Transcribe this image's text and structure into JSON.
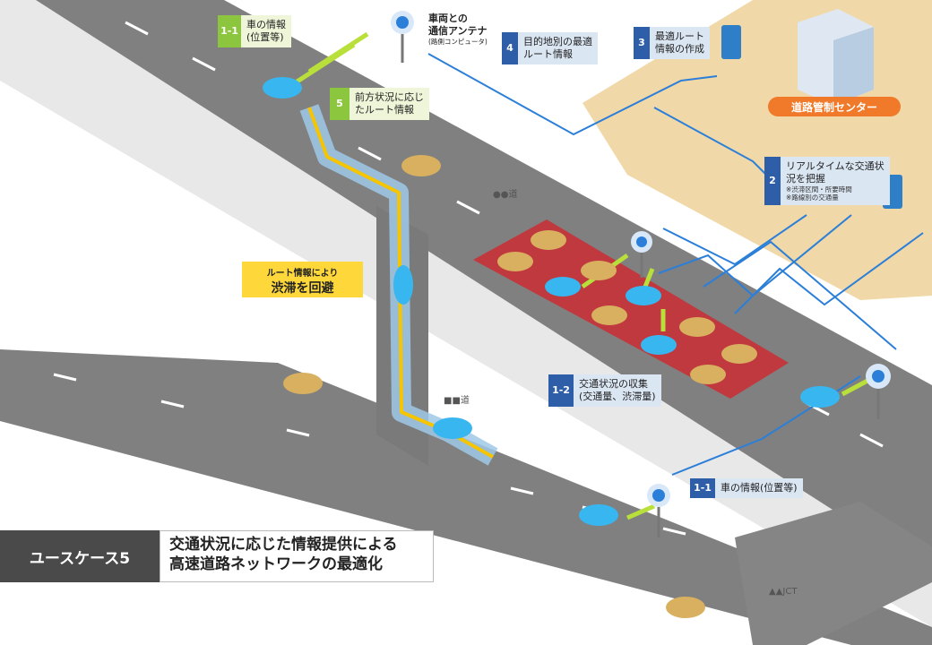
{
  "labels": {
    "l11_top": {
      "num": "1-1",
      "text1": "車の情報",
      "text2": "(位置等)"
    },
    "l5": {
      "num": "5",
      "text1": "前方状況に応じ",
      "text2": "たルート情報"
    },
    "l4": {
      "num": "4",
      "text1": "目的地別の最適",
      "text2": "ルート情報"
    },
    "l3": {
      "num": "3",
      "text1": "最適ルート",
      "text2": "情報の作成"
    },
    "l2": {
      "num": "2",
      "text1": "リアルタイムな交通状",
      "text2": "況を把握",
      "note1": "※渋滞区間・所要時間",
      "note2": "※路線別の交通量"
    },
    "l12": {
      "num": "1-2",
      "text1": "交通状況の収集",
      "text2": "(交通量、渋滞量)"
    },
    "l11_bottom": {
      "num": "1-1",
      "text1": "車の情報(位置等)"
    }
  },
  "antenna": {
    "line1": "車両との",
    "line2": "通信アンテナ",
    "sub": "(路側コンピュータ)"
  },
  "center": {
    "label": "道路管制センター"
  },
  "roads": {
    "road1": "●●道",
    "road2": "■■道",
    "jct": "▲▲JCT"
  },
  "callout": {
    "line1": "ルート情報により",
    "line2": "渋滞を回避"
  },
  "title": {
    "case": "ユースケース5",
    "line1": "交通状況に応じた情報提供による",
    "line2": "高速道路ネットワークの最適化"
  },
  "colors": {
    "road": "#808080",
    "sidewalk": "#e6e6e6",
    "zone": "#f0d8a8",
    "congestion": "#c0393f",
    "route": "#f6c500",
    "signal": "#2b7fd8",
    "arrow": "#b9e03a",
    "accent_blue": "#2f5ea8",
    "accent_green": "#8cc63f",
    "badge": "#f07a2a"
  }
}
